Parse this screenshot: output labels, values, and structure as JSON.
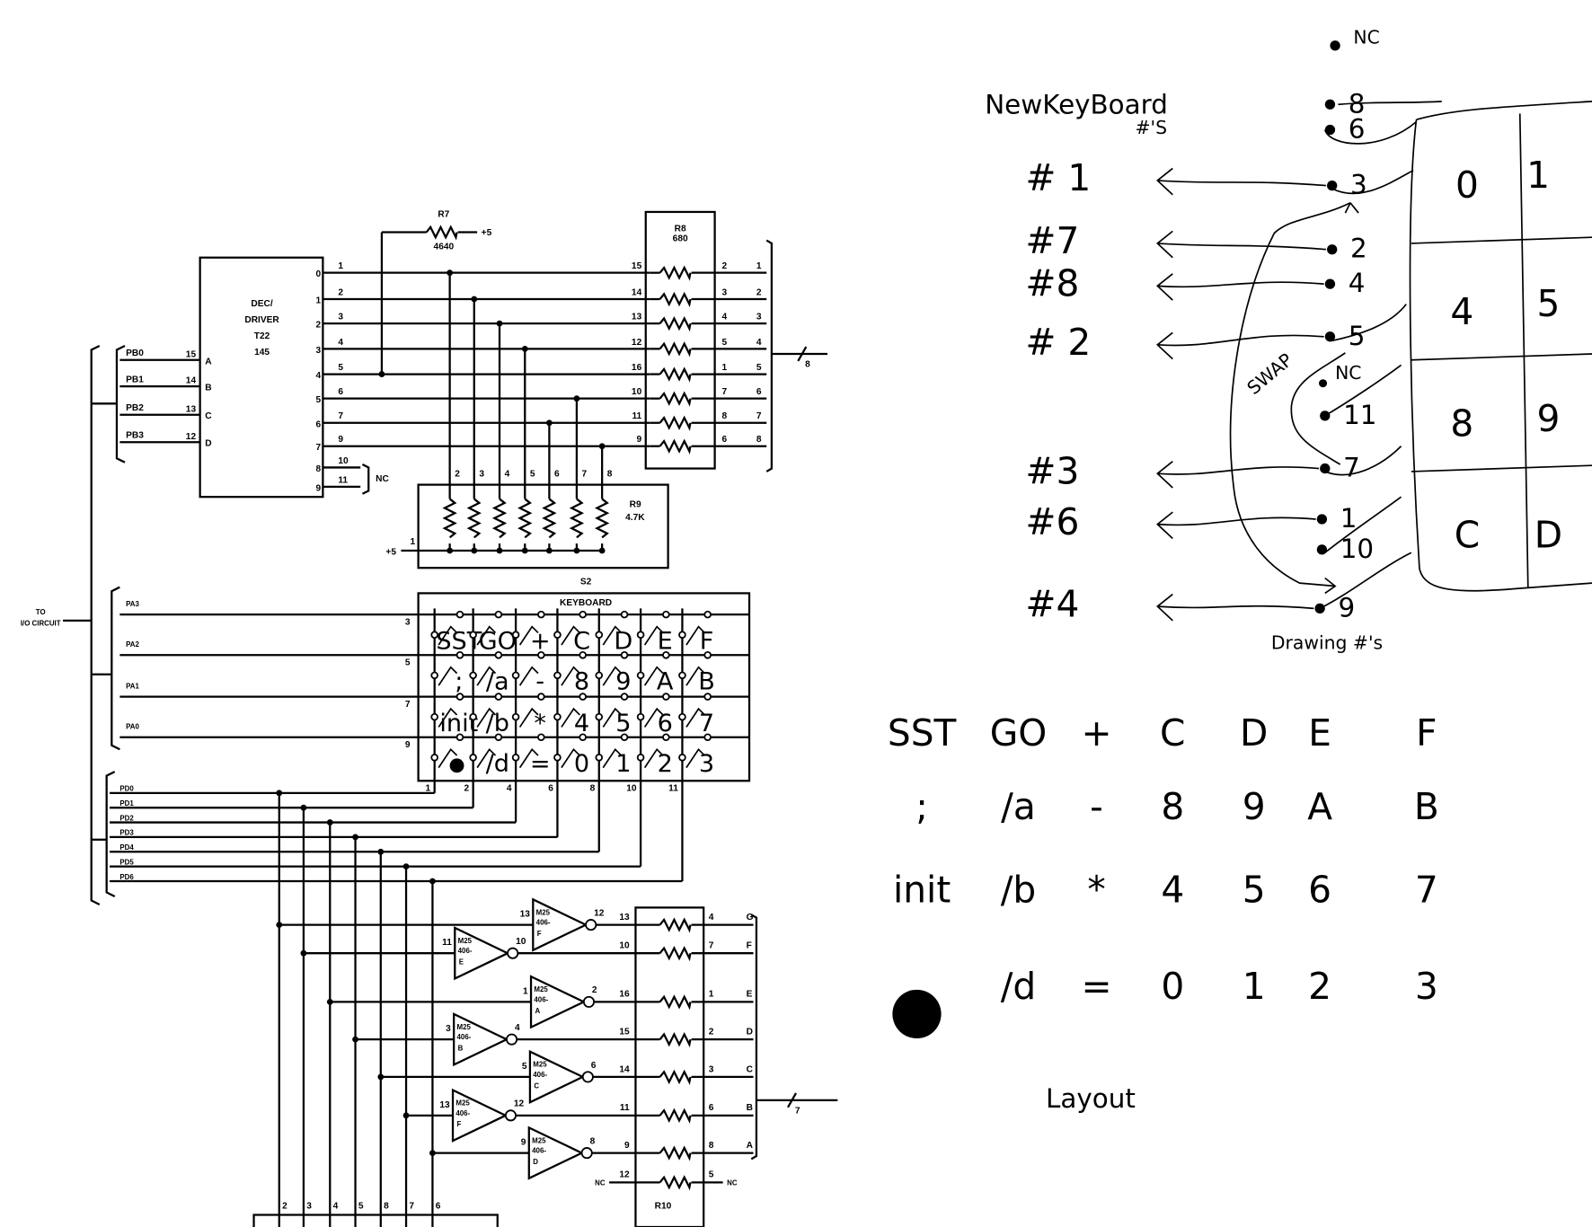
{
  "io_label": [
    "TO",
    "I/O CIRCUIT"
  ],
  "decoder": {
    "title": [
      "DEC/",
      "DRIVER",
      "T22",
      "145"
    ],
    "inputs": [
      {
        "signal": "PB0",
        "pin": "15",
        "port": "A"
      },
      {
        "signal": "PB1",
        "pin": "14",
        "port": "B"
      },
      {
        "signal": "PB2",
        "pin": "13",
        "port": "C"
      },
      {
        "signal": "PB3",
        "pin": "12",
        "port": "D"
      }
    ],
    "outputs": [
      {
        "port": "0",
        "pin": "1"
      },
      {
        "port": "1",
        "pin": "2"
      },
      {
        "port": "2",
        "pin": "3"
      },
      {
        "port": "3",
        "pin": "4"
      },
      {
        "port": "4",
        "pin": "5"
      },
      {
        "port": "5",
        "pin": "6"
      },
      {
        "port": "6",
        "pin": "7"
      },
      {
        "port": "7",
        "pin": "9"
      },
      {
        "port": "8",
        "pin": "10"
      },
      {
        "port": "9",
        "pin": "11"
      }
    ],
    "nc": "NC"
  },
  "r7": {
    "name": "R7",
    "value": "4640",
    "supply": "+5"
  },
  "r8": {
    "name": "R8",
    "value": "680",
    "left_pins": [
      "15",
      "14",
      "13",
      "12",
      "16",
      "10",
      "11",
      "9"
    ],
    "right_pins": [
      "2",
      "3",
      "4",
      "5",
      "1",
      "7",
      "8",
      "6"
    ],
    "outputs": [
      "1",
      "2",
      "3",
      "4",
      "5",
      "6",
      "7",
      "8"
    ],
    "bus_width": "8"
  },
  "r9": {
    "name": "R9",
    "value": "4.7K",
    "pins": [
      "2",
      "3",
      "4",
      "5",
      "6",
      "7",
      "8"
    ],
    "common_pin": "1",
    "supply": "+5"
  },
  "keyboard": {
    "ref": "S2",
    "name": "KEYBOARD",
    "rows": [
      {
        "signal": "PA3",
        "pin": "3"
      },
      {
        "signal": "PA2",
        "pin": "5"
      },
      {
        "signal": "PA1",
        "pin": "7"
      },
      {
        "signal": "PA0",
        "pin": "9"
      }
    ],
    "col_pins": [
      "1",
      "2",
      "4",
      "6",
      "8",
      "10",
      "11"
    ],
    "keys": [
      [
        "SST",
        "GO",
        "+",
        "C",
        "D",
        "E",
        "F"
      ],
      [
        ";",
        "/a",
        "-",
        "8",
        "9",
        "A",
        "B"
      ],
      [
        "init",
        "/b",
        "*",
        "4",
        "5",
        "6",
        "7"
      ],
      [
        null,
        "/d",
        "=",
        "0",
        "1",
        "2",
        "3"
      ]
    ],
    "bell_icon": "bell-icon"
  },
  "pd_signals": [
    "PD0",
    "PD1",
    "PD2",
    "PD3",
    "PD4",
    "PD5",
    "PD6"
  ],
  "inverters": [
    {
      "chip": "M25",
      "part": "406-",
      "gate": "F",
      "in": "13",
      "out": "12"
    },
    {
      "chip": "M25",
      "part": "406-",
      "gate": "E",
      "in": "11",
      "out": "10"
    },
    {
      "chip": "M25",
      "part": "406-",
      "gate": "A",
      "in": "1",
      "out": "2"
    },
    {
      "chip": "M25",
      "part": "406-",
      "gate": "B",
      "in": "3",
      "out": "4"
    },
    {
      "chip": "M25",
      "part": "406-",
      "gate": "C",
      "in": "5",
      "out": "6"
    },
    {
      "chip": "M25",
      "part": "406-",
      "gate": "F",
      "in": "13",
      "out": "12"
    },
    {
      "chip": "M25",
      "part": "406-",
      "gate": "D",
      "in": "9",
      "out": "8"
    }
  ],
  "r10": {
    "name": "R10",
    "left_pins": [
      "13",
      "10",
      "16",
      "15",
      "14",
      "11",
      "9"
    ],
    "right_pins": [
      "4",
      "7",
      "1",
      "2",
      "3",
      "6",
      "8"
    ],
    "outputs": [
      "G",
      "F",
      "E",
      "D",
      "C",
      "B",
      "A"
    ],
    "nc_left_pin": "12",
    "nc_right_pin": "5",
    "nc": "NC",
    "bus_width": "7"
  },
  "bottom_pins": [
    "2",
    "3",
    "4",
    "5",
    "8",
    "7",
    "6"
  ],
  "notes": {
    "title": "NewKeyBoard",
    "title_sub": "#'S",
    "drawing_label": "Drawing #'s",
    "swap_label": "SWAP",
    "nc": "NC",
    "pins": [
      {
        "label": "NC",
        "new": null
      },
      {
        "label": "8",
        "new": null
      },
      {
        "label": "6",
        "new": null
      },
      {
        "label": "3",
        "new": "# 1"
      },
      {
        "label": "2",
        "new": "#7"
      },
      {
        "label": "4",
        "new": "#8"
      },
      {
        "label": "5",
        "new": "# 2"
      },
      {
        "label": "11",
        "new": null
      },
      {
        "label": "7",
        "new": "#3"
      },
      {
        "label": "1",
        "new": "#6"
      },
      {
        "label": "10",
        "new": null
      },
      {
        "label": "9",
        "new": "#4"
      }
    ],
    "keypad": [
      "0",
      "1",
      "4",
      "5",
      "8",
      "9",
      "C",
      "D"
    ],
    "layout_rows": [
      [
        "SST",
        "GO",
        "+",
        "C",
        "D",
        "E",
        "F"
      ],
      [
        ";",
        "/a",
        "-",
        "8",
        "9",
        "A",
        "B"
      ],
      [
        "init",
        "/b",
        "*",
        "4",
        "5",
        "6",
        "7"
      ],
      [
        null,
        "/d",
        "=",
        "0",
        "1",
        "2",
        "3"
      ]
    ],
    "layout_label": "Layout"
  }
}
